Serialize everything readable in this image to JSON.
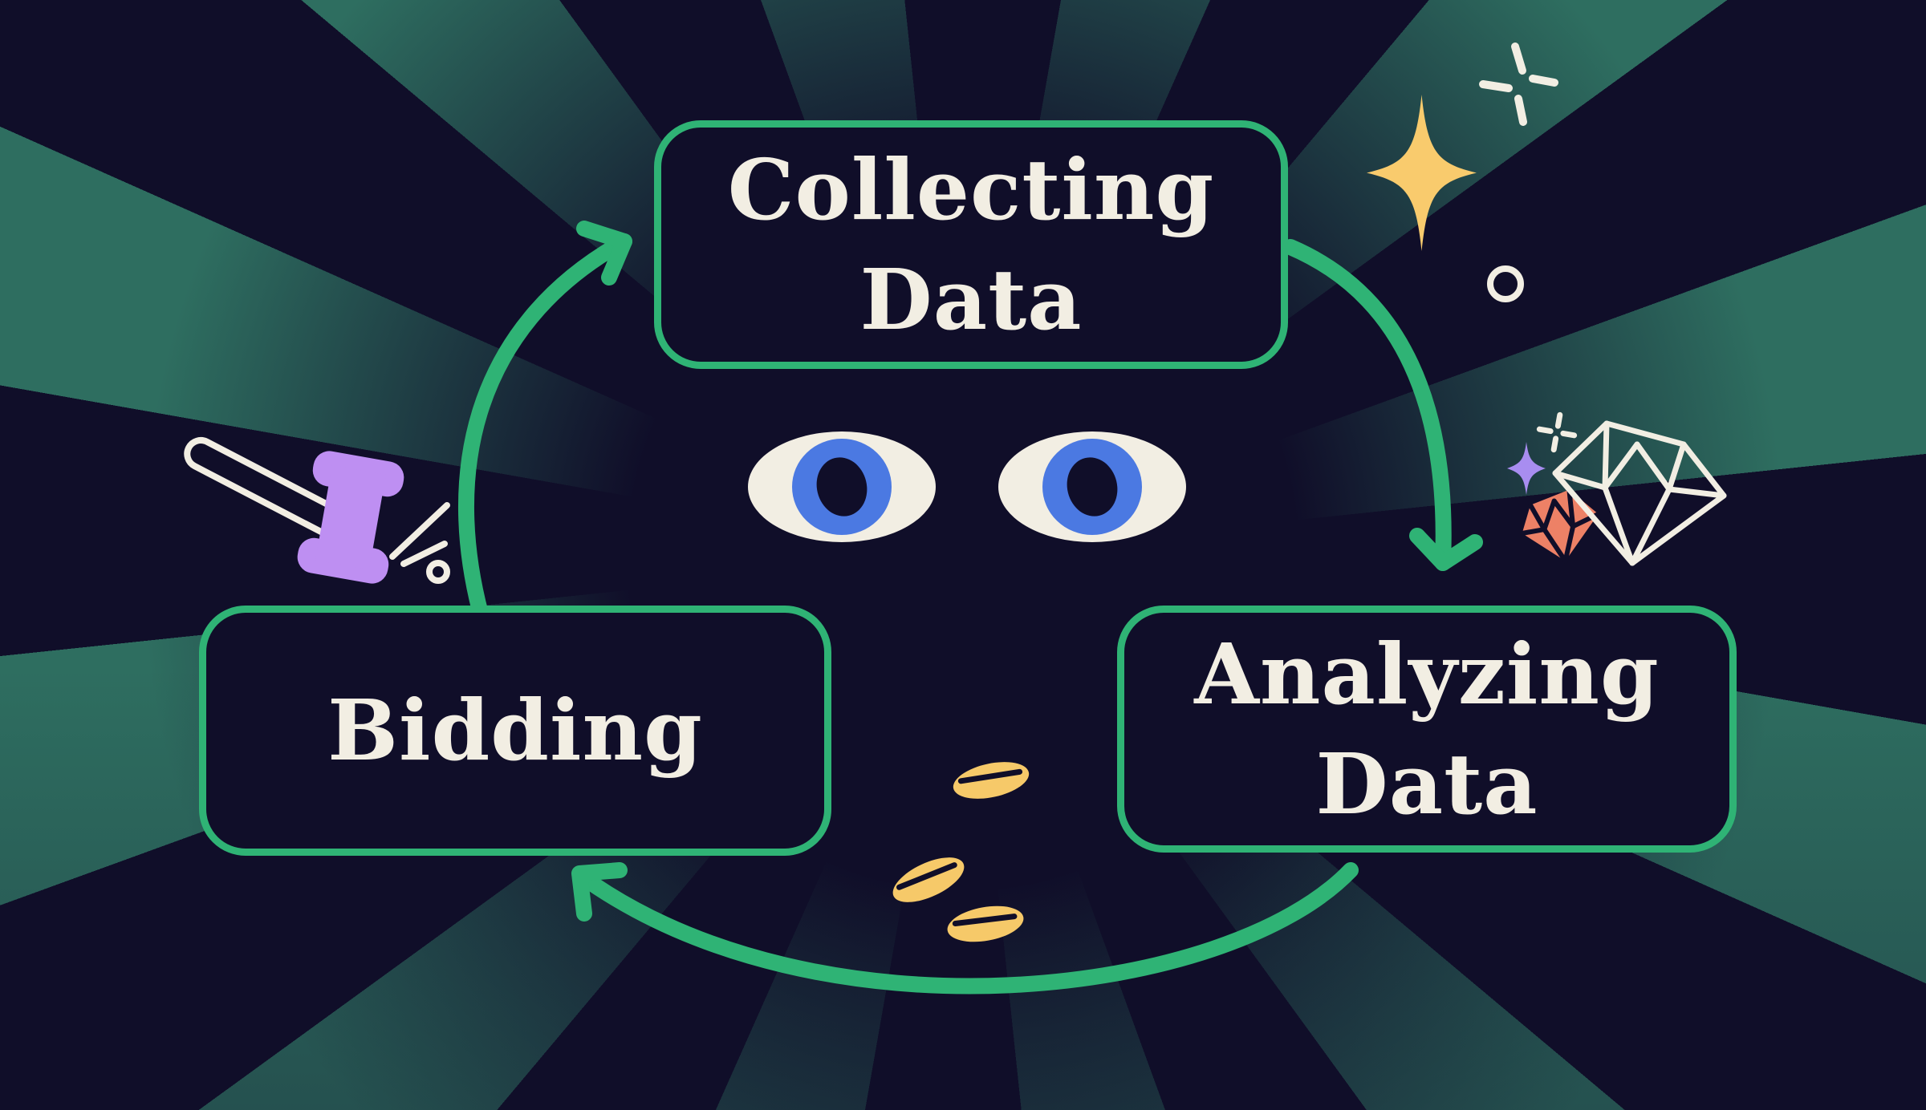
{
  "cycle": {
    "steps": [
      {
        "id": "collecting-data",
        "lines": [
          "Collecting",
          "Data"
        ]
      },
      {
        "id": "analyzing-data",
        "lines": [
          "Analyzing",
          "Data"
        ]
      },
      {
        "id": "bidding",
        "lines": [
          "Bidding",
          ""
        ]
      }
    ],
    "arrows": [
      {
        "from": "bidding",
        "to": "collecting-data",
        "position": "left"
      },
      {
        "from": "collecting-data",
        "to": "analyzing-data",
        "position": "right"
      },
      {
        "from": "analyzing-data",
        "to": "bidding",
        "position": "bottom"
      }
    ]
  },
  "decorations": [
    "eyes-icon",
    "gavel-icon",
    "impact-lines-icon",
    "coins-icon",
    "diamond-outline-icon",
    "gem-icon",
    "star-sparkle-yellow-icon",
    "star-sparkle-purple-icon",
    "plus-sparkle-icon",
    "circle-dot-icon"
  ],
  "colors": {
    "background_navy": "#100e29",
    "ray_teal": "#2e6e60",
    "accent_green": "#2fb375",
    "text_cream": "#f2eee3",
    "eye_blue": "#4b79e2",
    "gavel_purple": "#be8ff2",
    "sparkle_purple": "#a88df0",
    "coin_yellow": "#f6c969",
    "star_yellow": "#f9cb6d",
    "gem_orange": "#ed8166"
  }
}
